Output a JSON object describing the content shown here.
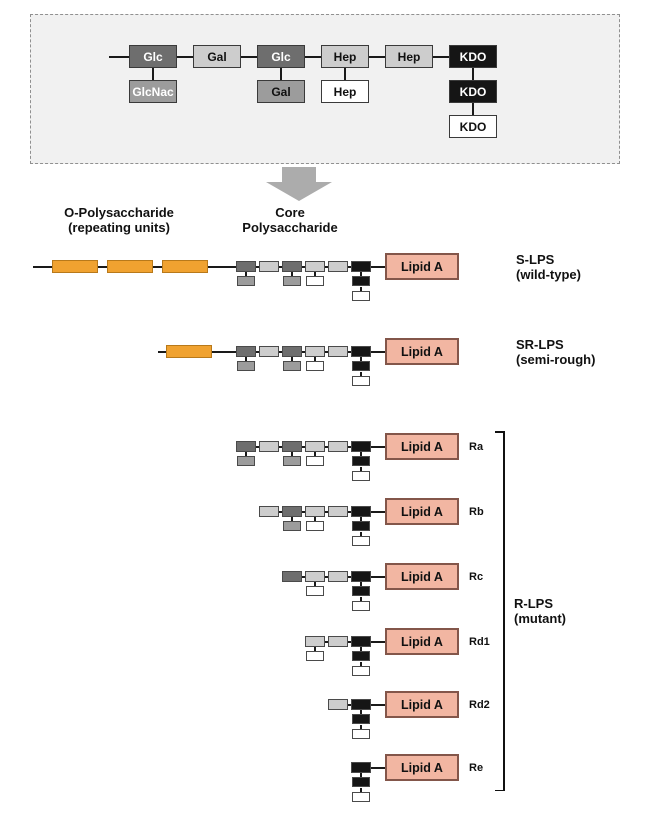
{
  "colors": {
    "orange": "#F0A230",
    "orange_border": "#B8791A",
    "dark_gray": "#6E6E6E",
    "medium_gray": "#9C9C9C",
    "light_gray": "#CDCDCD",
    "black": "#151515",
    "white": "#FFFFFF",
    "lipid_fill": "#F2B6A2",
    "lipid_border": "#83564A",
    "line": "#1A1A1A",
    "arrow_gray": "#ACACAC",
    "panel_bg": "#F1F1F1"
  },
  "detail_panel": {
    "main_chain": [
      {
        "label": "Glc",
        "type": "dark"
      },
      {
        "label": "Gal",
        "type": "light"
      },
      {
        "label": "Glc",
        "type": "dark"
      },
      {
        "label": "Hep",
        "type": "light"
      },
      {
        "label": "Hep",
        "type": "light"
      },
      {
        "label": "KDO",
        "type": "black"
      }
    ],
    "side_groups": [
      {
        "under": 0,
        "level": 1,
        "label": "GlcNac",
        "type": "medium"
      },
      {
        "under": 2,
        "level": 1,
        "label": "Gal",
        "type": "medium",
        "text_color": "#111111"
      },
      {
        "under": 3,
        "level": 1,
        "label": "Hep",
        "type": "white"
      },
      {
        "under": 5,
        "level": 1,
        "label": "KDO",
        "type": "black"
      },
      {
        "under": 5,
        "level": 2,
        "label": "KDO",
        "type": "white"
      }
    ]
  },
  "column_labels": {
    "o_poly_line1": "O-Polysaccharide",
    "o_poly_line2": "(repeating units)",
    "core_line1": "Core",
    "core_line2": "Polysaccharide"
  },
  "lipid_a": "Lipid A",
  "lps_rows": [
    {
      "id": "s-lps",
      "label_lines": [
        "S-LPS",
        "(wild-type)"
      ],
      "label_style": "far",
      "o_units": 3,
      "core_top": [
        "dark",
        "light",
        "dark",
        "light",
        "light",
        "black"
      ],
      "core_side": [
        [
          0,
          1,
          "medium"
        ],
        [
          2,
          1,
          "medium"
        ],
        [
          3,
          1,
          "white"
        ],
        [
          5,
          1,
          "black"
        ],
        [
          5,
          2,
          "white"
        ]
      ]
    },
    {
      "id": "sr-lps",
      "label_lines": [
        "SR-LPS",
        "(semi-rough)"
      ],
      "label_style": "far",
      "o_units": 1,
      "core_top": [
        "dark",
        "light",
        "dark",
        "light",
        "light",
        "black"
      ],
      "core_side": [
        [
          0,
          1,
          "medium"
        ],
        [
          2,
          1,
          "medium"
        ],
        [
          3,
          1,
          "white"
        ],
        [
          5,
          1,
          "black"
        ],
        [
          5,
          2,
          "white"
        ]
      ]
    },
    {
      "id": "ra",
      "label_lines": [
        "Ra"
      ],
      "label_style": "near",
      "o_units": 0,
      "core_top": [
        "dark",
        "light",
        "dark",
        "light",
        "light",
        "black"
      ],
      "core_side": [
        [
          0,
          1,
          "medium"
        ],
        [
          2,
          1,
          "medium"
        ],
        [
          3,
          1,
          "white"
        ],
        [
          5,
          1,
          "black"
        ],
        [
          5,
          2,
          "white"
        ]
      ]
    },
    {
      "id": "rb",
      "label_lines": [
        "Rb"
      ],
      "label_style": "near",
      "o_units": 0,
      "core_top": [
        "light",
        "dark",
        "light",
        "light",
        "black"
      ],
      "core_side": [
        [
          1,
          1,
          "medium"
        ],
        [
          2,
          1,
          "white"
        ],
        [
          4,
          1,
          "black"
        ],
        [
          4,
          2,
          "white"
        ]
      ]
    },
    {
      "id": "rc",
      "label_lines": [
        "Rc"
      ],
      "label_style": "near",
      "o_units": 0,
      "core_top": [
        "dark",
        "light",
        "light",
        "black"
      ],
      "core_side": [
        [
          1,
          1,
          "white"
        ],
        [
          3,
          1,
          "black"
        ],
        [
          3,
          2,
          "white"
        ]
      ]
    },
    {
      "id": "rd1",
      "label_lines": [
        "Rd1"
      ],
      "label_style": "near",
      "o_units": 0,
      "core_top": [
        "light",
        "light",
        "black"
      ],
      "core_side": [
        [
          0,
          1,
          "white"
        ],
        [
          2,
          1,
          "black"
        ],
        [
          2,
          2,
          "white"
        ]
      ]
    },
    {
      "id": "rd2",
      "label_lines": [
        "Rd2"
      ],
      "label_style": "near",
      "o_units": 0,
      "core_top": [
        "light",
        "black"
      ],
      "core_side": [
        [
          1,
          1,
          "black"
        ],
        [
          1,
          2,
          "white"
        ]
      ]
    },
    {
      "id": "re",
      "label_lines": [
        "Re"
      ],
      "label_style": "near",
      "o_units": 0,
      "core_top": [
        "black"
      ],
      "core_side": [
        [
          0,
          1,
          "black"
        ],
        [
          0,
          2,
          "white"
        ]
      ]
    }
  ],
  "bracket": {
    "label_lines": [
      "R-LPS",
      "(mutant)"
    ]
  }
}
